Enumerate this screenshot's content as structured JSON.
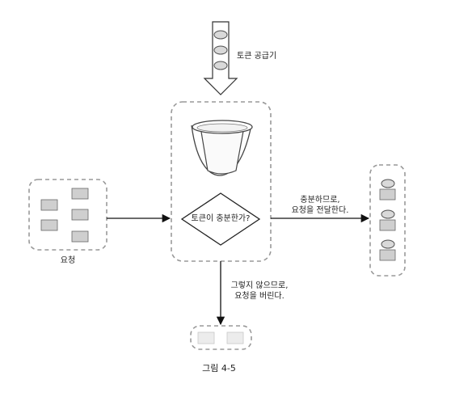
{
  "labels": {
    "token_supplier": "토큰 공급기",
    "decision": "토큰이 충분한가?",
    "enough_line1": "충분하므로,",
    "enough_line2": "요청을 전달한다.",
    "not_enough_line1": "그렇지 않으므로,",
    "not_enough_line2": "요청을 버린다.",
    "requests": "요청",
    "caption": "그림 4-5"
  },
  "colors": {
    "dashed_border": "#999999",
    "request_box": "#cfcfcf",
    "token": "#d9d9d9",
    "dropped_box": "#ececec",
    "arrow": "#111111"
  },
  "icons": {
    "bucket": "bucket-icon",
    "supplier_arrow": "down-arrow-icon"
  },
  "counts": {
    "tokens_in_supplier": 3,
    "incoming_requests": 5,
    "forwarded_requests": 3,
    "dropped_requests": 2
  }
}
